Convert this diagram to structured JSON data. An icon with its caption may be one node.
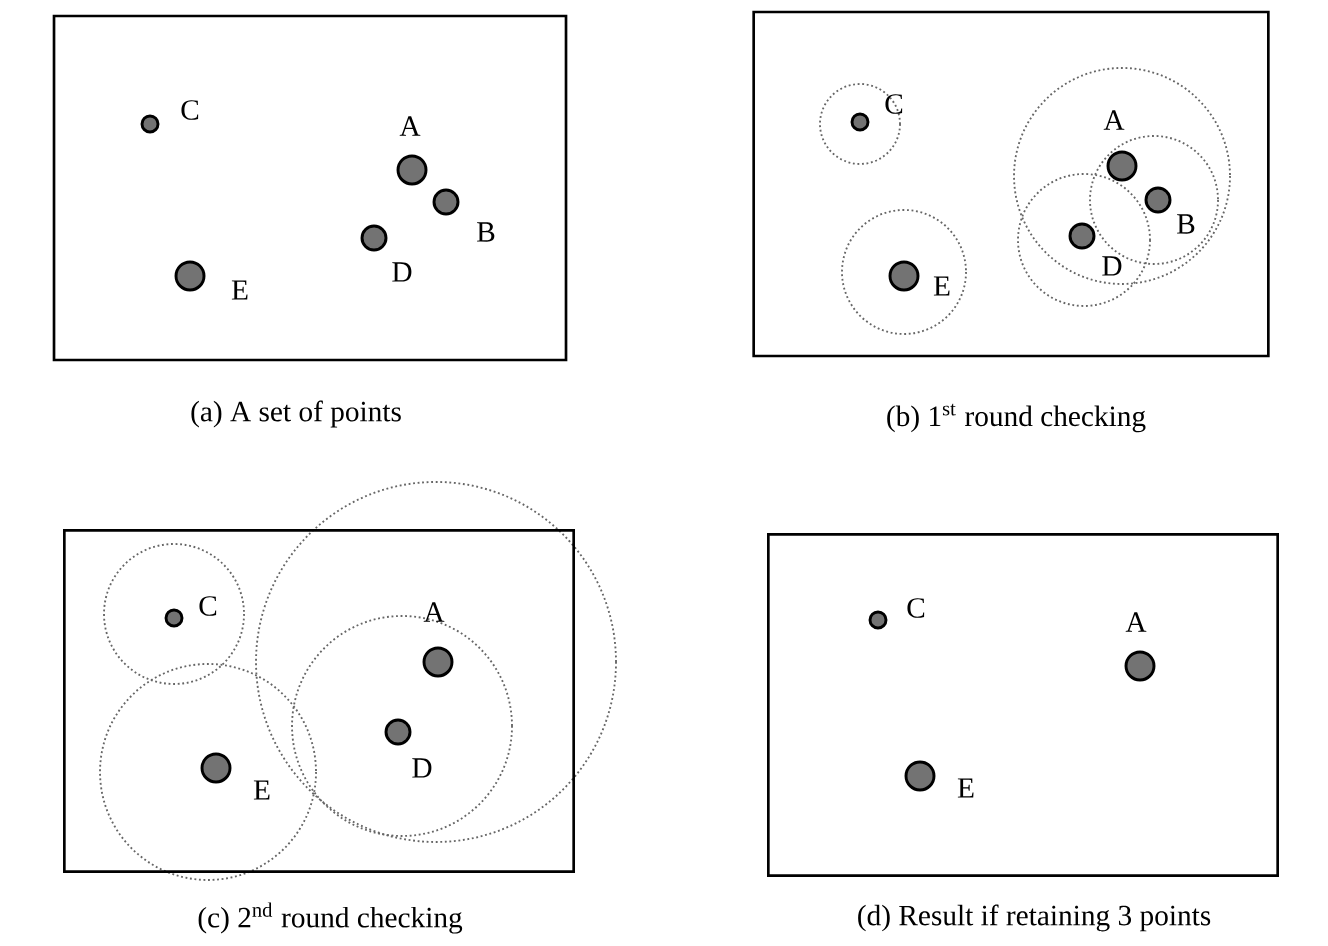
{
  "diagram": {
    "nodes": [
      {
        "text": [
          "(a) A set of points"
        ]
      },
      {
        "text": [],
        "shape": "circle",
        "beside": [
          "C"
        ],
        "in": 0
      },
      {
        "text": [],
        "shape": "circle",
        "beside": [
          "A"
        ],
        "in": 0
      },
      {
        "text": [],
        "shape": "circle",
        "beside": [
          "B"
        ],
        "in": 0
      },
      {
        "text": [],
        "shape": "circle",
        "beside": [
          "D"
        ],
        "in": 0
      },
      {
        "text": [],
        "shape": "circle",
        "beside": [
          "E"
        ],
        "in": 0
      },
      {
        "text": [
          "(b) 1$^{st}$ round checking"
        ]
      },
      {
        "text": [],
        "shape": "circle",
        "beside": [
          "C"
        ],
        "in": 6
      },
      {
        "text": [],
        "shape": "circle",
        "beside": [
          "A"
        ],
        "in": 6
      },
      {
        "text": [],
        "shape": "circle",
        "beside": [
          "B"
        ],
        "in": 6
      },
      {
        "text": [],
        "shape": "circle",
        "beside": [
          "D"
        ],
        "in": 6
      },
      {
        "text": [],
        "shape": "circle",
        "beside": [
          "E"
        ],
        "in": 6
      },
      {
        "text": [
          "(c) 2$^{nd}$ round checking"
        ]
      },
      {
        "text": [],
        "shape": "circle",
        "beside": [
          "C"
        ],
        "in": 12
      },
      {
        "text": [],
        "shape": "circle",
        "beside": [
          "A"
        ],
        "in": 12
      },
      {
        "text": [],
        "shape": "circle",
        "beside": [
          "D"
        ],
        "in": 12
      },
      {
        "text": [],
        "shape": "circle",
        "beside": [
          "E"
        ],
        "in": 12
      },
      {
        "text": [
          "(d) Result if retaining 3 points"
        ]
      },
      {
        "text": [],
        "shape": "circle",
        "beside": [
          "C"
        ],
        "in": 17
      },
      {
        "text": [],
        "shape": "circle",
        "beside": [
          "A"
        ],
        "in": 17
      },
      {
        "text": [],
        "shape": "circle",
        "beside": [
          "E"
        ],
        "in": 17
      }
    ]
  }
}
